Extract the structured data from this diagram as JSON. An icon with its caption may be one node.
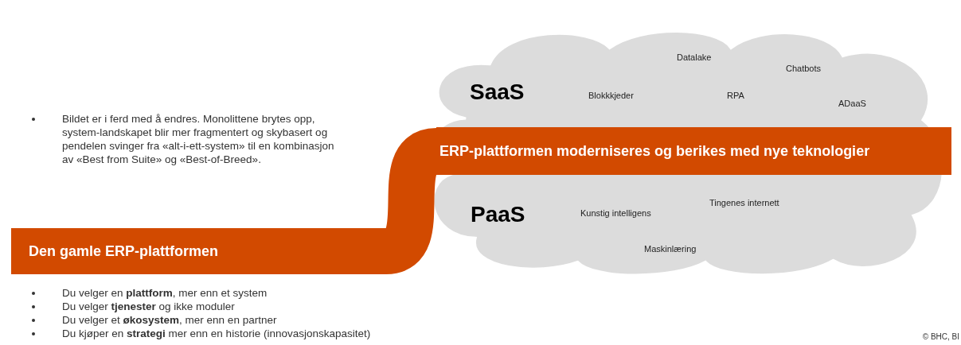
{
  "diagram": {
    "nodes": [
      {
        "text": [
          "SaaS",
          "Blokkkjeder",
          "Datalake",
          "RPA",
          "Chatbots",
          "ADaaS",
          "PaaS",
          "Kunstig intelligens",
          "Tingenes internett",
          "Maskinlæring"
        ]
      },
      {
        "text": [
          "Den gamle ERP-plattformen"
        ]
      },
      {
        "text": [
          "ERP-plattformen moderniseres og berikes med nye teknologier"
        ],
        "in": 0
      }
    ],
    "edges": [
      {
        "from": 1,
        "to": 2,
        "arrow": "none"
      }
    ],
    "labels": [
      "Bildet er i ferd med å endres. Monolittene brytes opp, system-landskapet blir mer fragmentert og skybasert og pendelen svinger fra «alt-i-ett-system» til en kombinasjon av «Best from Suite» og «Best-of-Breed».",
      "Du velger en **plattform**, mer enn et system",
      "Du velger **tjenester** og ikke moduler",
      "Du velger et **økosystem**, mer enn en partner",
      "Du kjøper en **strategi** mer enn en historie (innovasjonskapasitet)",
      "© BHC, BI"
    ]
  }
}
